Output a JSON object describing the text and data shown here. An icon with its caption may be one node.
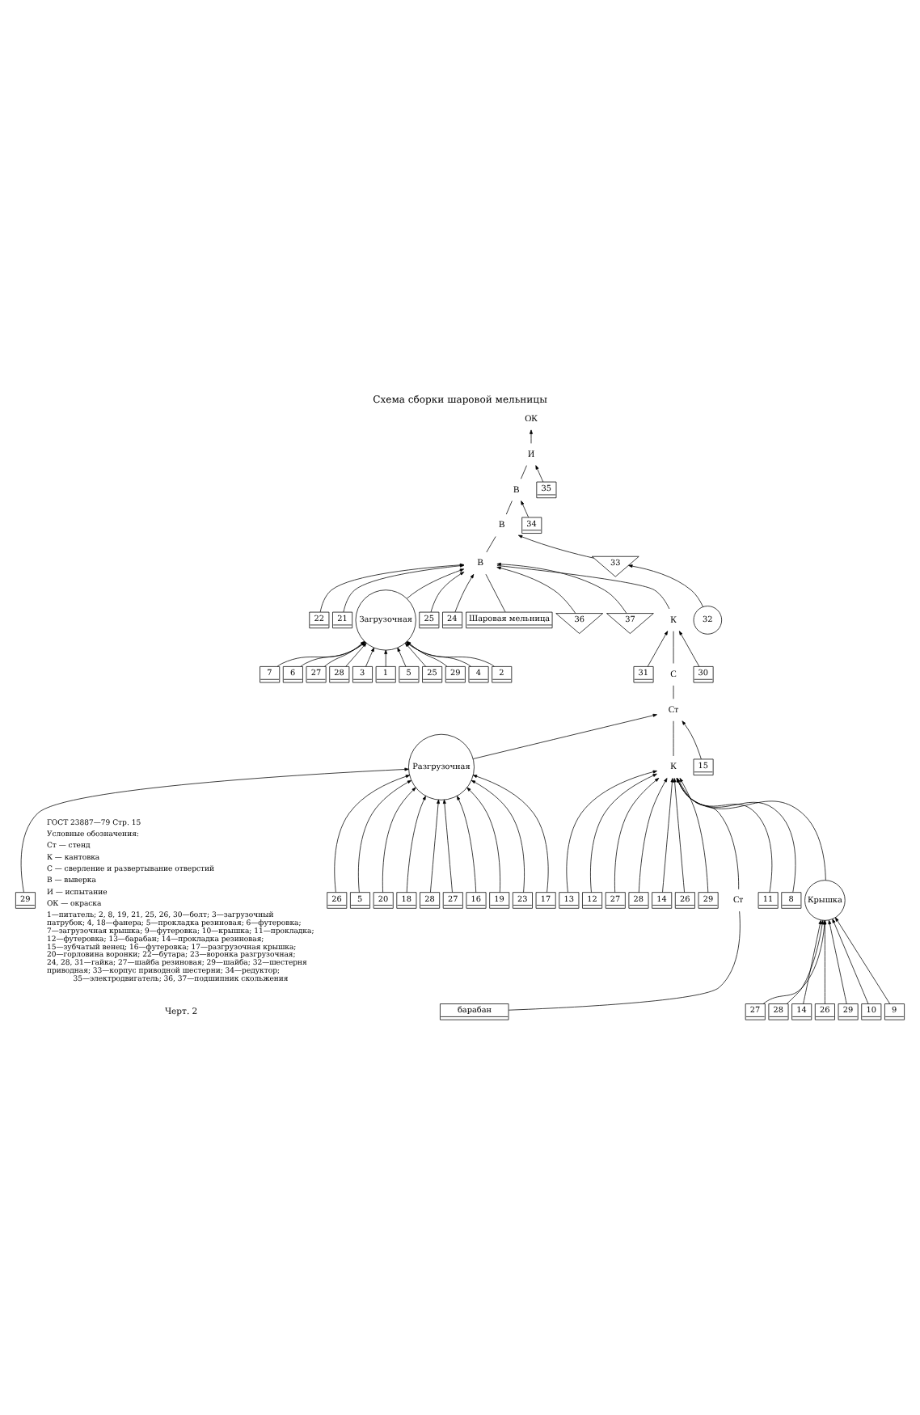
{
  "diagram": {
    "title": "Схема сборки шаровой мельницы",
    "caption": "Черт. 2",
    "nodes": [
      {
        "text": [
          "барабан"
        ]
      },
      {
        "text": [
          "Ст"
        ]
      },
      {
        "text": [
          "13"
        ]
      },
      {
        "text": [
          "12"
        ]
      },
      {
        "text": [
          "27"
        ]
      },
      {
        "text": [
          "28"
        ]
      },
      {
        "text": [
          "14"
        ]
      },
      {
        "text": [
          "26"
        ]
      },
      {
        "text": [
          "29"
        ]
      },
      {
        "text": [
          "Крышка"
        ]
      },
      {
        "text": [
          "10"
        ]
      },
      {
        "text": [
          "9"
        ]
      },
      {
        "text": [
          "27"
        ]
      },
      {
        "text": [
          "28"
        ]
      },
      {
        "text": [
          "14"
        ]
      },
      {
        "text": [
          "26"
        ]
      },
      {
        "text": [
          "29"
        ]
      },
      {
        "text": [
          "11"
        ]
      },
      {
        "text": [
          "8"
        ]
      },
      {
        "text": [
          "К"
        ]
      },
      {
        "text": [
          "Разгрузочная"
        ]
      },
      {
        "text": [
          "29"
        ]
      },
      {
        "text": [
          "26"
        ]
      },
      {
        "text": [
          "5"
        ]
      },
      {
        "text": [
          "20"
        ]
      },
      {
        "text": [
          "18"
        ]
      },
      {
        "text": [
          "28"
        ]
      },
      {
        "text": [
          "27"
        ]
      },
      {
        "text": [
          "16"
        ]
      },
      {
        "text": [
          "19"
        ]
      },
      {
        "text": [
          "23"
        ]
      },
      {
        "text": [
          "17"
        ]
      },
      {
        "text": [
          "15"
        ]
      },
      {
        "text": [
          "Ст"
        ]
      },
      {
        "text": [
          "С"
        ]
      },
      {
        "text": [
          "30"
        ]
      },
      {
        "text": [
          "31"
        ]
      },
      {
        "text": [
          "К"
        ]
      },
      {
        "text": [
          "22"
        ]
      },
      {
        "text": [
          "21"
        ]
      },
      {
        "text": [
          "Загрузочная"
        ]
      },
      {
        "text": [
          "7"
        ]
      },
      {
        "text": [
          "6"
        ]
      },
      {
        "text": [
          "27"
        ]
      },
      {
        "text": [
          "28"
        ]
      },
      {
        "text": [
          "3"
        ]
      },
      {
        "text": [
          "1"
        ]
      },
      {
        "text": [
          "5"
        ]
      },
      {
        "text": [
          "25"
        ]
      },
      {
        "text": [
          "29"
        ]
      },
      {
        "text": [
          "4"
        ]
      },
      {
        "text": [
          "2"
        ]
      },
      {
        "text": [
          "25"
        ]
      },
      {
        "text": [
          "24"
        ]
      },
      {
        "text": [
          "В"
        ]
      },
      {
        "text": [
          "Шаровая мельница"
        ]
      },
      {
        "text": [
          "36"
        ]
      },
      {
        "text": [
          "37"
        ]
      },
      {
        "text": [
          "33"
        ]
      },
      {
        "text": [
          "32"
        ]
      },
      {
        "text": [
          "В"
        ]
      },
      {
        "text": [
          "34"
        ]
      },
      {
        "text": [
          "В"
        ]
      },
      {
        "text": [
          "35"
        ]
      },
      {
        "text": [
          "И"
        ]
      },
      {
        "text": [
          "ОК"
        ]
      }
    ],
    "edges": [
      {
        "from": 0,
        "to": 1,
        "arrow": "none"
      },
      {
        "from": 2,
        "to": 19,
        "arrow": "to"
      },
      {
        "from": 3,
        "to": 19,
        "arrow": "to"
      },
      {
        "from": 4,
        "to": 19,
        "arrow": "to"
      },
      {
        "from": 5,
        "to": 19,
        "arrow": "to"
      },
      {
        "from": 6,
        "to": 19,
        "arrow": "to"
      },
      {
        "from": 7,
        "to": 19,
        "arrow": "to"
      },
      {
        "from": 8,
        "to": 19,
        "arrow": "to"
      },
      {
        "from": 10,
        "to": 9,
        "arrow": "to"
      },
      {
        "from": 11,
        "to": 9,
        "arrow": "to"
      },
      {
        "from": 12,
        "to": 9,
        "arrow": "to"
      },
      {
        "from": 13,
        "to": 9,
        "arrow": "to"
      },
      {
        "from": 14,
        "to": 9,
        "arrow": "to"
      },
      {
        "from": 15,
        "to": 9,
        "arrow": "to"
      },
      {
        "from": 16,
        "to": 9,
        "arrow": "to"
      },
      {
        "from": 9,
        "to": 19,
        "arrow": "to"
      },
      {
        "from": 17,
        "to": 19,
        "arrow": "to"
      },
      {
        "from": 18,
        "to": 19,
        "arrow": "to"
      },
      {
        "from": 1,
        "to": 19,
        "arrow": "none"
      },
      {
        "from": 21,
        "to": 20,
        "arrow": "to"
      },
      {
        "from": 22,
        "to": 20,
        "arrow": "to"
      },
      {
        "from": 23,
        "to": 20,
        "arrow": "to"
      },
      {
        "from": 24,
        "to": 20,
        "arrow": "to"
      },
      {
        "from": 25,
        "to": 20,
        "arrow": "to"
      },
      {
        "from": 26,
        "to": 20,
        "arrow": "to"
      },
      {
        "from": 27,
        "to": 20,
        "arrow": "to"
      },
      {
        "from": 28,
        "to": 20,
        "arrow": "to"
      },
      {
        "from": 29,
        "to": 20,
        "arrow": "to"
      },
      {
        "from": 30,
        "to": 20,
        "arrow": "to"
      },
      {
        "from": 31,
        "to": 20,
        "arrow": "to"
      },
      {
        "from": 20,
        "to": 33,
        "arrow": "to"
      },
      {
        "from": 32,
        "to": 33,
        "arrow": "to"
      },
      {
        "from": 19,
        "to": 33,
        "arrow": "none"
      },
      {
        "from": 33,
        "to": 34,
        "arrow": "none"
      },
      {
        "from": 35,
        "to": 37,
        "arrow": "to"
      },
      {
        "from": 36,
        "to": 37,
        "arrow": "to"
      },
      {
        "from": 34,
        "to": 37,
        "arrow": "none"
      },
      {
        "from": 38,
        "to": 54,
        "arrow": "to"
      },
      {
        "from": 39,
        "to": 54,
        "arrow": "to"
      },
      {
        "from": 41,
        "to": 40,
        "arrow": "to"
      },
      {
        "from": 42,
        "to": 40,
        "arrow": "to"
      },
      {
        "from": 43,
        "to": 40,
        "arrow": "to"
      },
      {
        "from": 44,
        "to": 40,
        "arrow": "to"
      },
      {
        "from": 45,
        "to": 40,
        "arrow": "to"
      },
      {
        "from": 46,
        "to": 40,
        "arrow": "to"
      },
      {
        "from": 47,
        "to": 40,
        "arrow": "to"
      },
      {
        "from": 48,
        "to": 40,
        "arrow": "to"
      },
      {
        "from": 49,
        "to": 40,
        "arrow": "to"
      },
      {
        "from": 50,
        "to": 40,
        "arrow": "to"
      },
      {
        "from": 51,
        "to": 40,
        "arrow": "to"
      },
      {
        "from": 40,
        "to": 54,
        "arrow": "to"
      },
      {
        "from": 52,
        "to": 54,
        "arrow": "to"
      },
      {
        "from": 53,
        "to": 54,
        "arrow": "to"
      },
      {
        "from": 37,
        "to": 54,
        "arrow": "none"
      },
      {
        "from": 55,
        "to": 54,
        "arrow": "none"
      },
      {
        "from": 56,
        "to": 54,
        "arrow": "to"
      },
      {
        "from": 57,
        "to": 54,
        "arrow": "to"
      },
      {
        "from": 59,
        "to": 58,
        "arrow": "to"
      },
      {
        "from": 58,
        "to": 60,
        "arrow": "to"
      },
      {
        "from": 54,
        "to": 60,
        "arrow": "none"
      },
      {
        "from": 61,
        "to": 62,
        "arrow": "to"
      },
      {
        "from": 60,
        "to": 62,
        "arrow": "none"
      },
      {
        "from": 63,
        "to": 64,
        "arrow": "to"
      },
      {
        "from": 62,
        "to": 64,
        "arrow": "none"
      },
      {
        "from": 64,
        "to": 65,
        "arrow": "to"
      }
    ],
    "labels": [
      "ГОСТ 23887—79 Стр. 15",
      "Условные обозначения:",
      "Ст — стенд",
      "К — кантовка",
      "С — сверление и развертывание отверстий",
      "В — выверка",
      "И — испытание",
      "ОК — окраска",
      "1—питатель; 2, 8, 19, 21, 25, 26, 30—болт; 3—загрузочный патрубок; 4, 18—фанера; 5—прокладка резиновая; 6—футеровка; 7—загрузочная крышка; 9—футеровка; 10—крышка; 11—прокладка; 12—футеровка; 13—барабан; 14—прокладка резиновая; 15—зубчатый венец; 16—футеровка; 17—разгрузочная крышка; 20—горловина воронки; 22—бутара; 23—воронка разгрузочная; 24, 28, 31—гайка; 27—шайба резиновая; 29—шайба; 32—шестерня приводная; 33—корпус приводной шестерни; 34—редуктор; 35—электродвигатель; 36, 37—подшипник скольжения"
    ]
  }
}
